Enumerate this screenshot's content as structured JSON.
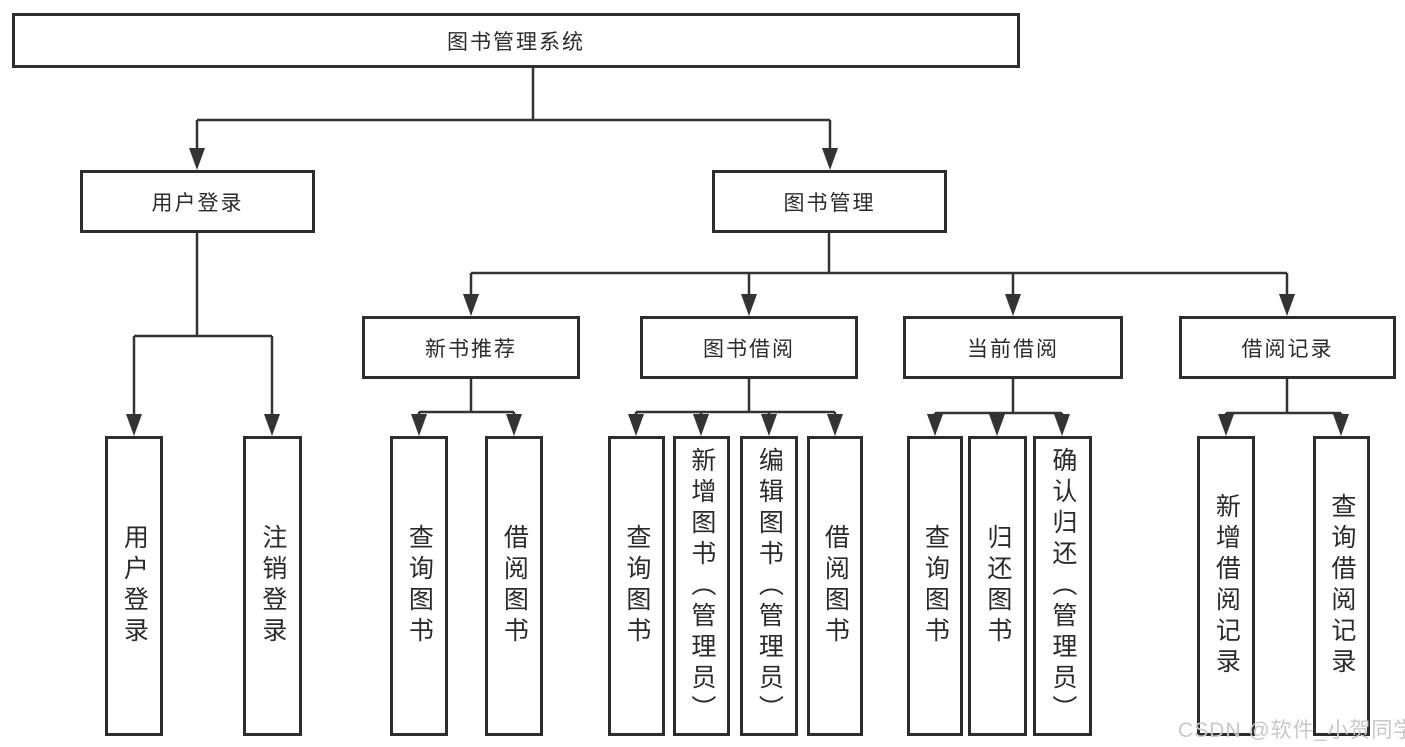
{
  "diagram": {
    "root": "图书管理系统",
    "user_login": {
      "label": "用户登录",
      "children": [
        "用户登录",
        "注销登录"
      ]
    },
    "book_mgmt": {
      "label": "图书管理",
      "sections": {
        "new_book_rec": {
          "label": "新书推荐",
          "children": [
            "查询图书",
            "借阅图书"
          ]
        },
        "book_borrow": {
          "label": "图书借阅",
          "children": [
            "查询图书",
            "新增图书（管理员）",
            "编辑图书（管理员）",
            "借阅图书"
          ]
        },
        "current_borrow": {
          "label": "当前借阅",
          "children": [
            "查询图书",
            "归还图书",
            "确认归还（管理员）"
          ]
        },
        "borrow_record": {
          "label": "借阅记录",
          "children": [
            "新增借阅记录",
            "查询借阅记录"
          ]
        }
      }
    }
  },
  "watermark": {
    "text": "CSDN @软件_小贺同学"
  },
  "colors": {
    "line": "#333333",
    "box_border": "#2d2d2d",
    "text": "#2b2b2b",
    "watermark": "#c8c8c8",
    "background": "#ffffff"
  }
}
